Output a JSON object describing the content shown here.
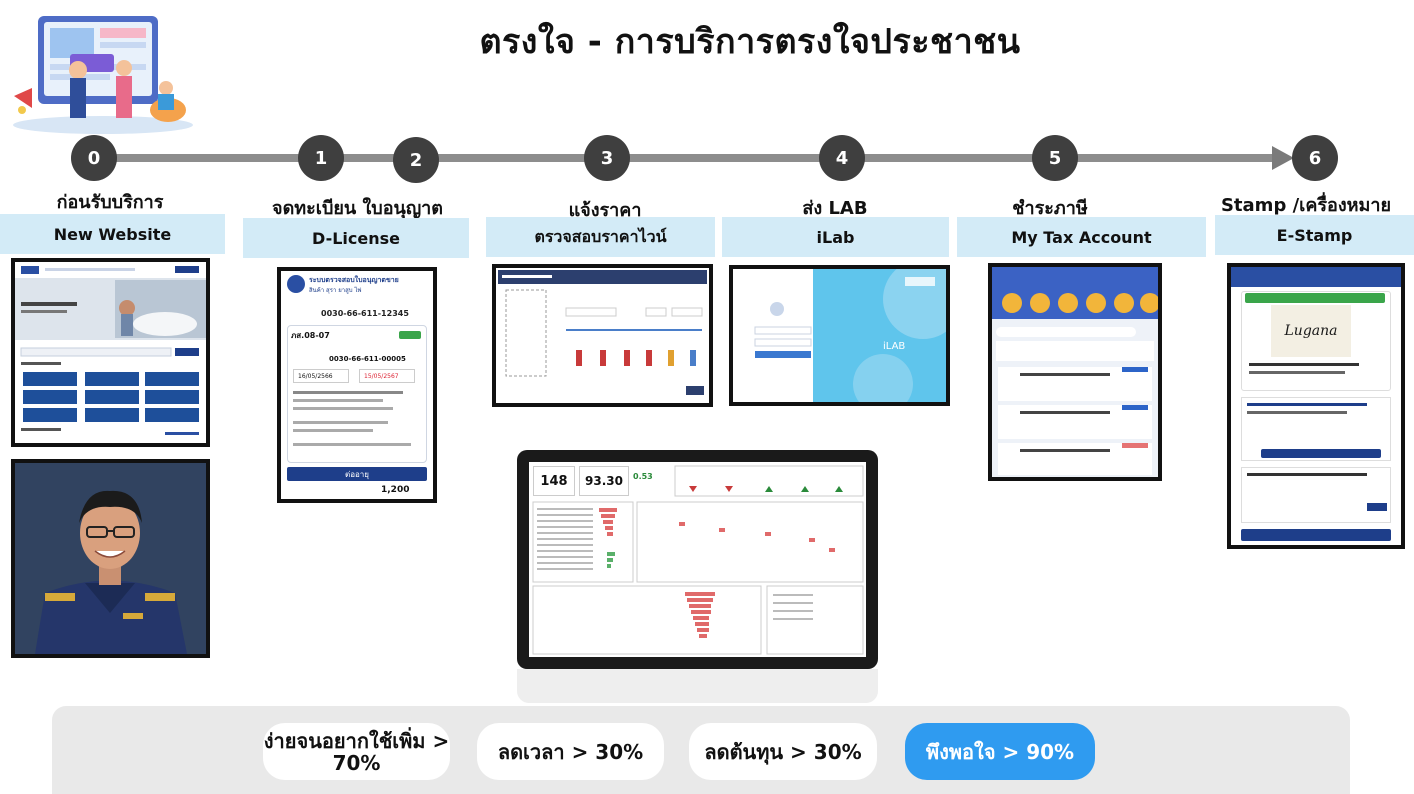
{
  "page": {
    "title": "ตรงใจ - การบริการตรงใจประชาชน"
  },
  "steps": [
    {
      "num": "0",
      "title": "ก่อนรับบริการ",
      "label": "New Website"
    },
    {
      "num": "1",
      "title": "จดทะเบียน ใบอนุญาต",
      "label": "D-License"
    },
    {
      "num": "2"
    },
    {
      "num": "3",
      "title": "แจ้งราคา",
      "label": "ตรวจสอบราคาไวน์"
    },
    {
      "num": "4",
      "title": "ส่ง LAB",
      "label": "iLab"
    },
    {
      "num": "5",
      "title": "ชำระภาษี",
      "label": "My Tax Account"
    },
    {
      "num": "6",
      "title": "Stamp /เครื่องหมาย",
      "label": "E-Stamp"
    }
  ],
  "dlicense": {
    "header": "ระบบตรวจสอบใบอนุญาตขาย",
    "subheader": "สินค้า สุรา ยาสูบ ไพ่",
    "number": "0030-66-611-12345",
    "form_code": "ภส.08-07",
    "license_no": "0030-66-611-00005",
    "date_start": "16/05/2566",
    "date_end": "15/05/2567",
    "renew_btn": "ต่ออายุ",
    "amount": "1,200"
  },
  "dashboard": {
    "kpi1": "148",
    "kpi2": "93.30",
    "kpi3": "0.53"
  },
  "stamp": {
    "brand": "Lugana"
  },
  "benefits": [
    {
      "text": "ง่ายจนอยากใช้เพิ่ม > 70%"
    },
    {
      "text": "ลดเวลา > 30%"
    },
    {
      "text": "ลดต้นทุน > 30%"
    },
    {
      "text": "พึงพอใจ > 90%"
    }
  ],
  "colors": {
    "accent": "#2f9bf0",
    "label_bg": "#d3ebf7",
    "timeline": "#8d8d8d",
    "circle": "#3f3f3f"
  }
}
